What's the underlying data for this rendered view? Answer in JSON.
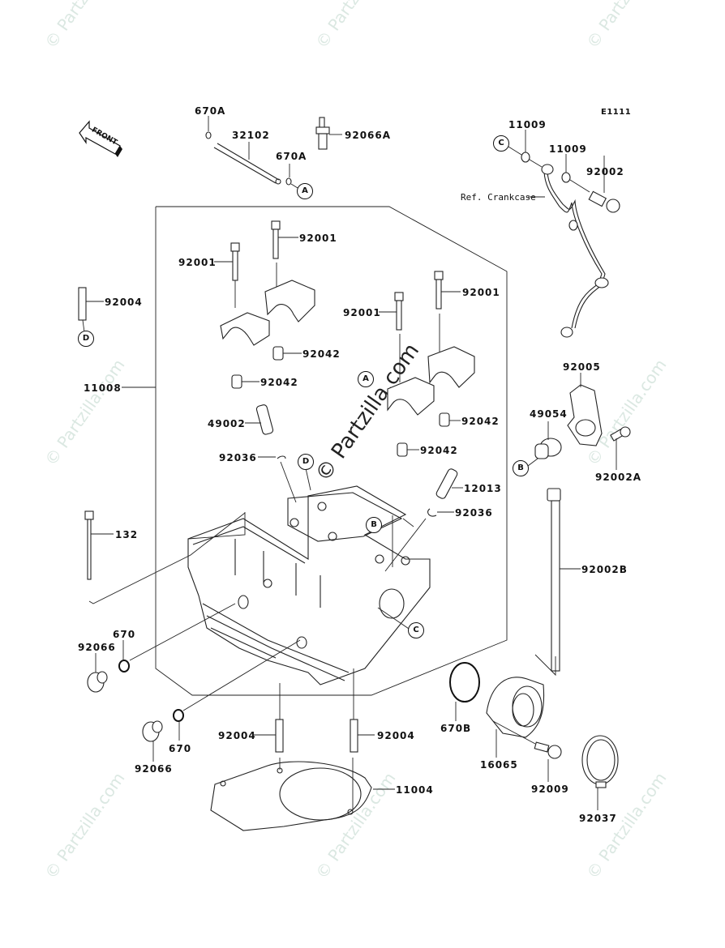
{
  "diagram": {
    "title_code": "E1111",
    "front_label": "FRONT",
    "reference_note": "Ref. Crankcase",
    "watermark": "© Partzilla.com",
    "colors": {
      "line": "#222222",
      "watermark": "#dbe8e2",
      "background": "#ffffff"
    },
    "markers": {
      "A": "A",
      "B": "B",
      "C": "C",
      "D": "D"
    },
    "parts": [
      {
        "id": "p670a_1",
        "number": "670A"
      },
      {
        "id": "p32102",
        "number": "32102"
      },
      {
        "id": "p670a_2",
        "number": "670A"
      },
      {
        "id": "p92066a",
        "number": "92066A"
      },
      {
        "id": "p11009_1",
        "number": "11009"
      },
      {
        "id": "p11009_2",
        "number": "11009"
      },
      {
        "id": "p92002",
        "number": "92002"
      },
      {
        "id": "p92001_1",
        "number": "92001"
      },
      {
        "id": "p92001_2",
        "number": "92001"
      },
      {
        "id": "p92001_3",
        "number": "92001"
      },
      {
        "id": "p92001_4",
        "number": "92001"
      },
      {
        "id": "p92004_1",
        "number": "92004"
      },
      {
        "id": "p92042_1",
        "number": "92042"
      },
      {
        "id": "p92042_2",
        "number": "92042"
      },
      {
        "id": "p92042_3",
        "number": "92042"
      },
      {
        "id": "p92042_4",
        "number": "92042"
      },
      {
        "id": "p11008",
        "number": "11008"
      },
      {
        "id": "p49002",
        "number": "49002"
      },
      {
        "id": "p92036_1",
        "number": "92036"
      },
      {
        "id": "p92036_2",
        "number": "92036"
      },
      {
        "id": "p12013",
        "number": "12013"
      },
      {
        "id": "p92005",
        "number": "92005"
      },
      {
        "id": "p49054",
        "number": "49054"
      },
      {
        "id": "p92002a",
        "number": "92002A"
      },
      {
        "id": "p92002b",
        "number": "92002B"
      },
      {
        "id": "p132",
        "number": "132"
      },
      {
        "id": "p670_1",
        "number": "670"
      },
      {
        "id": "p92066_1",
        "number": "92066"
      },
      {
        "id": "p670_2",
        "number": "670"
      },
      {
        "id": "p92066_2",
        "number": "92066"
      },
      {
        "id": "p92004_2",
        "number": "92004"
      },
      {
        "id": "p92004_3",
        "number": "92004"
      },
      {
        "id": "p11004",
        "number": "11004"
      },
      {
        "id": "p670b",
        "number": "670B"
      },
      {
        "id": "p16065",
        "number": "16065"
      },
      {
        "id": "p92009",
        "number": "92009"
      },
      {
        "id": "p92037",
        "number": "92037"
      }
    ]
  }
}
